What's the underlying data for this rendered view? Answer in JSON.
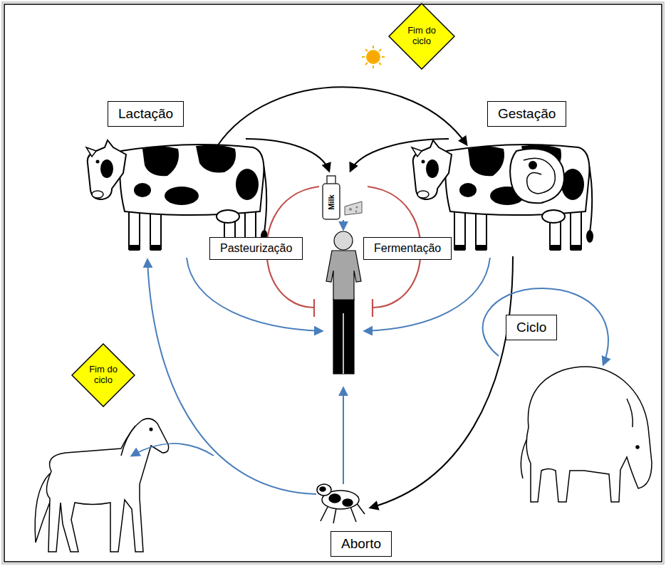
{
  "diagram": {
    "nodes": [
      {
        "text": [
          "Fim do ciclo"
        ]
      },
      {
        "text": [
          "Lactação"
        ]
      },
      {
        "text": [
          "Gestação"
        ]
      },
      {
        "text": [
          "Pasteurização"
        ]
      },
      {
        "text": [
          "Fermentação"
        ]
      },
      {
        "text": [
          "Ciclo"
        ]
      },
      {
        "text": [
          "Fim do ciclo"
        ]
      },
      {
        "text": [
          "Aborto"
        ]
      }
    ],
    "labels": [
      "Milk"
    ]
  }
}
